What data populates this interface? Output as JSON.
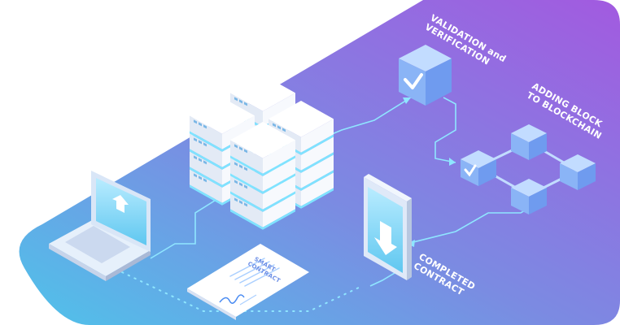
{
  "labels": {
    "validation": [
      "VALIDATION and",
      "VERIFICATION"
    ],
    "adding_block": [
      "ADDING BLOCK",
      "TO BLOCKCHAIN"
    ],
    "completed": [
      "COMPLETED",
      "CONTRACT"
    ],
    "smart_contract": [
      "SMART",
      "CONTRACT"
    ]
  },
  "icons": [
    "laptop-upload-icon",
    "server-cluster-icon",
    "validation-cube-icon",
    "blockchain-icon",
    "phone-download-icon",
    "smart-contract-document-icon"
  ],
  "colors": {
    "gradient_start": "#4fc3ea",
    "gradient_mid": "#7b8be2",
    "gradient_end": "#9b5fe0",
    "flow_line": "#8fe6ff",
    "cube": "#8ab4f6"
  }
}
